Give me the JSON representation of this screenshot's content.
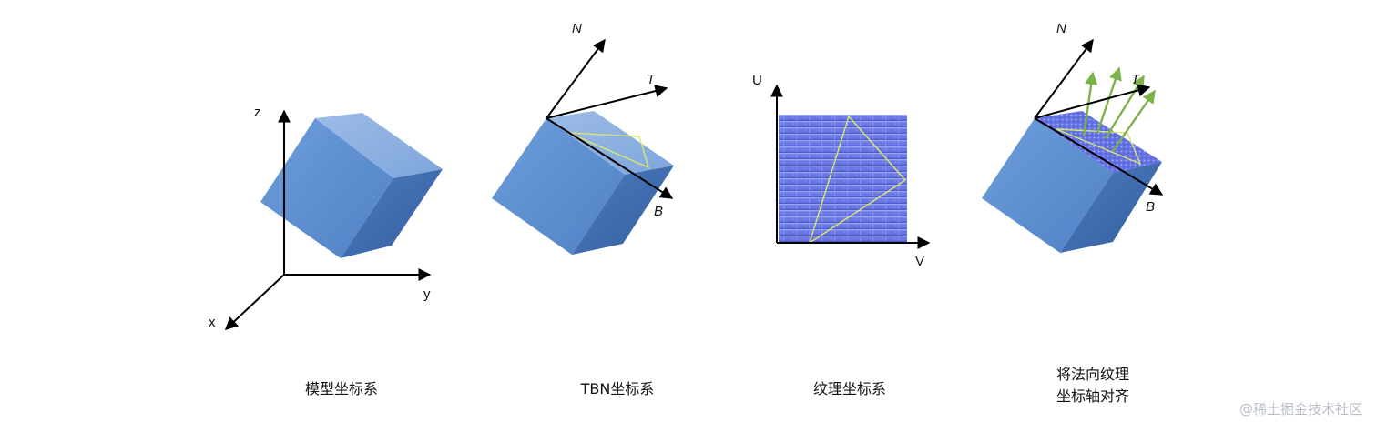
{
  "panel_model": {
    "caption": "模型坐标系",
    "axis_z": "z",
    "axis_y": "y",
    "axis_x": "x"
  },
  "panel_tbn": {
    "caption": "TBN坐标系",
    "axis_n": "N",
    "axis_t": "T",
    "axis_b": "B"
  },
  "panel_texture": {
    "caption": "纹理坐标系",
    "axis_u": "U",
    "axis_v": "V"
  },
  "panel_align": {
    "caption_line1": "将法向纹理",
    "caption_line2": "坐标轴对齐",
    "axis_n": "N",
    "axis_t": "T",
    "axis_b": "B"
  },
  "watermark": "@稀土掘金技术社区",
  "colors": {
    "cube_front": "#5e8fd0",
    "cube_top": "#8fb1e0",
    "cube_right": "#3f6fb4",
    "normal_map": "#6f7be8",
    "triangle": "#d8e86a",
    "normal_arrows": "#7cb24a",
    "axis": "#000000"
  }
}
